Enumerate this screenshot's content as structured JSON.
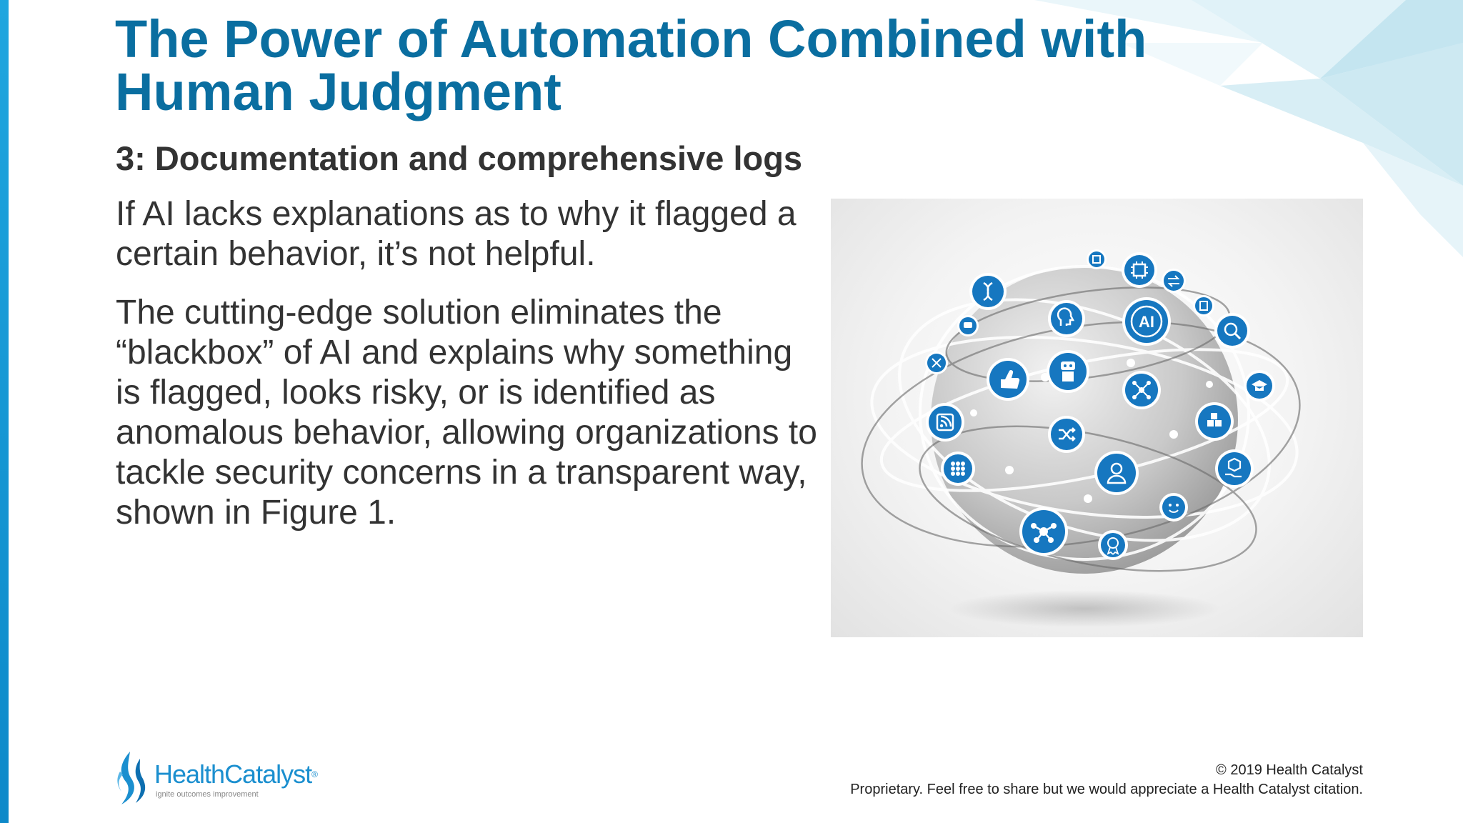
{
  "slide": {
    "title": "The Power of Automation Combined with Human Judgment",
    "subtitle": "3: Documentation and comprehensive logs",
    "paragraphs": [
      "If AI lacks explanations as to why it flagged a certain behavior, it’s not helpful.",
      "The cutting-edge solution eliminates the “blackbox” of AI and explains why something is flagged, looks risky, or is identified as anomalous behavior, allowing organizations to tackle security concerns in a transparent way, shown in Figure 1."
    ],
    "figure": {
      "center_badge": "AI",
      "icons": [
        "dna-icon",
        "chip-icon",
        "arrows-icon",
        "document-icon",
        "search-gear-icon",
        "graduation-cap-icon",
        "chat-icon",
        "head-gears-icon",
        "ai-icon",
        "formula-icon",
        "thumbs-up-icon",
        "robot-icon",
        "network-icon",
        "rss-icon",
        "shuffle-icon",
        "cubes-icon",
        "grid-dots-icon",
        "user-group-icon",
        "box-hand-icon",
        "smiley-icon",
        "network-hub-icon",
        "award-icon"
      ]
    }
  },
  "footer": {
    "copyright": "© 2019 Health Catalyst",
    "notice": "Proprietary. Feel free to share but we would appreciate a Health Catalyst citation."
  },
  "logo": {
    "name_part1": "Health",
    "name_part2": "Catalyst",
    "trademark": "®",
    "tagline": "ignite outcomes improvement"
  },
  "colors": {
    "title": "#0a6ea0",
    "text": "#333333",
    "accent": "#1b8fcf",
    "icon_blue": "#1677c0"
  }
}
